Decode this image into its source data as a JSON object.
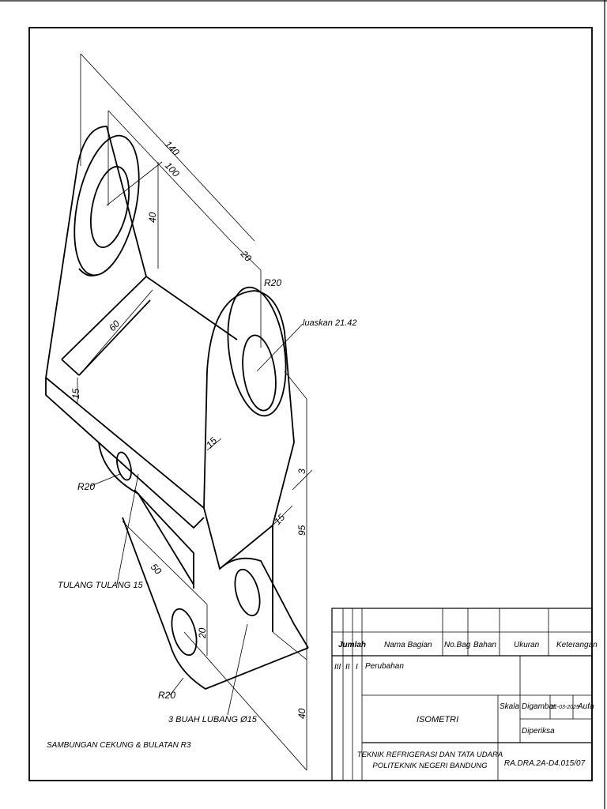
{
  "dimensions": {
    "d140": "140",
    "d100": "100",
    "d40_top": "40",
    "d20_top": "20",
    "r20_top": "R20",
    "d60": "60",
    "d15_left": "15",
    "d15_mid": "15",
    "d3": "3",
    "d15_right": "15",
    "d95": "95",
    "d50": "50",
    "d20_low": "20",
    "d40_bottom": "40",
    "r20_left": "R20",
    "r20_bottom": "R20"
  },
  "notes": {
    "luaskan": "luaskan 21.42",
    "tulang": "TULANG TULANG 15",
    "lubang": "3 BUAH LUBANG Ø15",
    "sambungan": "SAMBUNGAN CEKUNG & BULATAN R3"
  },
  "title_block": {
    "jumlah": "Jumlah",
    "nama_bagian": "Nama Bagian",
    "no_bag": "No.Bag",
    "bahan": "Bahan",
    "ukuran": "Ukuran",
    "keterangan": "Keterangan",
    "rev_iii": "III",
    "rev_ii": "II",
    "rev_i": "I",
    "perubahan": "Perubahan",
    "title": "ISOMETRI",
    "skala": "Skala",
    "digambar": "Digambar",
    "date": "21-03-2025",
    "drawer": "Aufa",
    "diperiksa": "Diperiksa",
    "org_line1": "TEKNIK REFRIGERASI DAN TATA UDARA",
    "org_line2": "POLITEKNIK NEGERI BANDUNG",
    "drawing_no": "RA.DRA.2A-D4.015/07"
  }
}
